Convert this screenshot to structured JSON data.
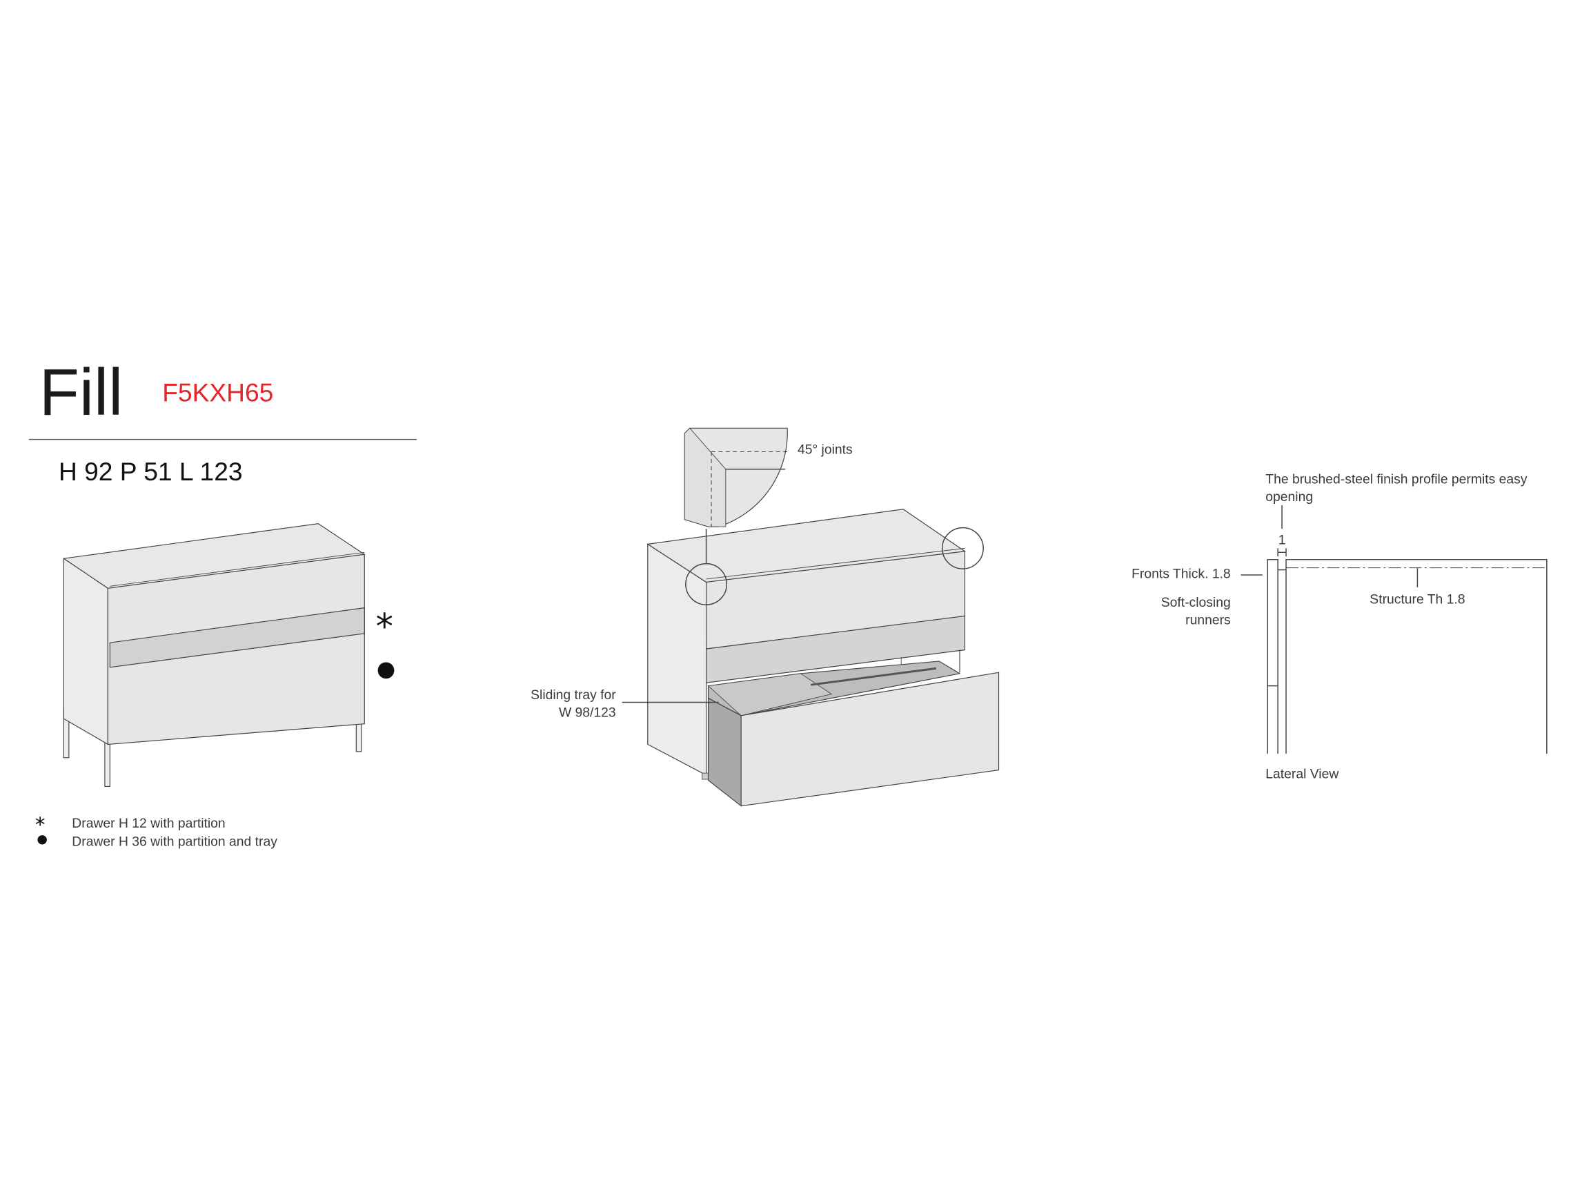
{
  "header": {
    "title": "Fill",
    "code": "F5KXH65",
    "dimensions": "H 92 P 51 L 123"
  },
  "legend": [
    {
      "symbol": "*",
      "text": "Drawer H 12 with partition"
    },
    {
      "symbol": "●",
      "text": "Drawer H 36 with partition and tray"
    }
  ],
  "markers": {
    "asterisk": "*"
  },
  "center_drawing": {
    "joints_label": "45° joints",
    "tray_label_line1": "Sliding tray for",
    "tray_label_line2": "W 98/123"
  },
  "lateral_view": {
    "profile_line1": "The brushed-steel finish profile permits easy",
    "profile_line2": "opening",
    "gap_value": "1",
    "fronts_label": "Fronts Thick. 1.8",
    "runners_line1": "Soft-closing",
    "runners_line2": "runners",
    "structure_label": "Structure Th 1.8",
    "caption": "Lateral View"
  },
  "colors": {
    "code": "#e3262b",
    "panel": "#e6e6e6",
    "band": "#d2d2d2",
    "interior": "#a9a9ab"
  }
}
